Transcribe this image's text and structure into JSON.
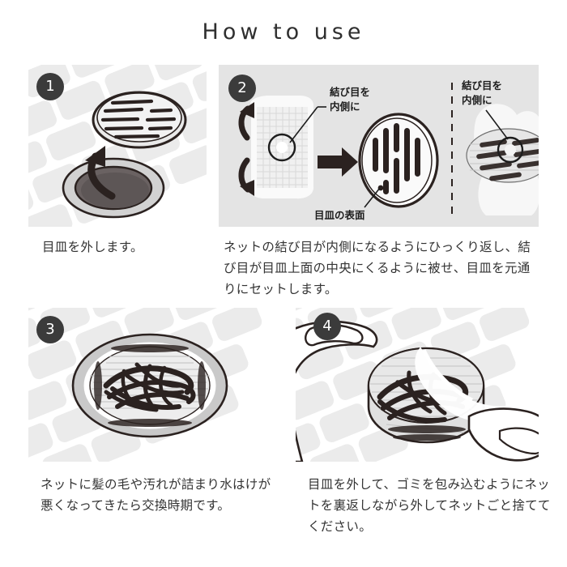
{
  "header": {
    "title": "How to use"
  },
  "steps": [
    {
      "number": "1",
      "badge_name": "step-1-badge",
      "caption": "目皿を外します。",
      "illustration": "drain-cover-lifted-off-drain-hole",
      "background": "tile-floor"
    },
    {
      "number": "2",
      "badge_name": "step-2-badge",
      "caption": "ネットの結び目が内側になるようにひっくり返し、結び目が目皿上面の中央にくるように被せ、目皿を元通りにセットします。",
      "illustration": "net-turned-inside-out-then-placed-over-drain-plate",
      "background": "light-gray",
      "labels": {
        "knot_inside_left": "結び目を\n内側に",
        "knot_inside_left_line1": "結び目を",
        "knot_inside_left_line2": "内側に",
        "plate_surface": "目皿の表面",
        "knot_inside_right_line1": "結び目を",
        "knot_inside_right_line2": "内側に"
      }
    },
    {
      "number": "3",
      "badge_name": "step-3-badge",
      "caption": "ネットに髪の毛や汚れが詰まり水はけが悪くなってきたら交換時期です。",
      "illustration": "clogged-drain-net-with-hair-and-dirt",
      "background": "tile-floor"
    },
    {
      "number": "4",
      "badge_name": "step-4-badge",
      "caption": "目皿を外して、ゴミを包み込むようにネットを裏返しながら外してネットごと捨ててください。",
      "illustration": "hands-peeling-net-off-drain-plate-wrapping-trash",
      "background": "tile-floor"
    }
  ],
  "colors": {
    "page_background": "#ffffff",
    "panel_gray": "#e4e4e4",
    "tile_light": "#ebebeb",
    "badge": "#3b3b3b",
    "ink": "#2b2220",
    "text": "#333333",
    "title": "#2f2f2f",
    "metal_gray": "#c9c9c9",
    "drain_dark": "#5a5353"
  }
}
